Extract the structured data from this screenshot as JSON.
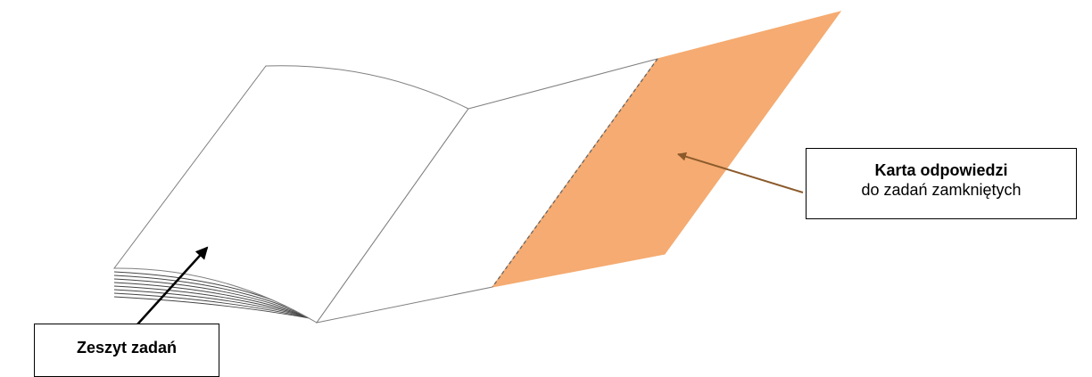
{
  "diagram": {
    "answer_sheet_label": {
      "title": "Karta odpowiedzi",
      "subtitle": "do zadań zamkniętych"
    },
    "booklet_label": {
      "title": "Zeszyt zadań"
    }
  },
  "colors": {
    "answer_sheet_fill": "#F5AB71",
    "page_outline": "#7F7F7F",
    "answer_arrow": "#8B5A2B",
    "booklet_arrow": "#000000"
  }
}
